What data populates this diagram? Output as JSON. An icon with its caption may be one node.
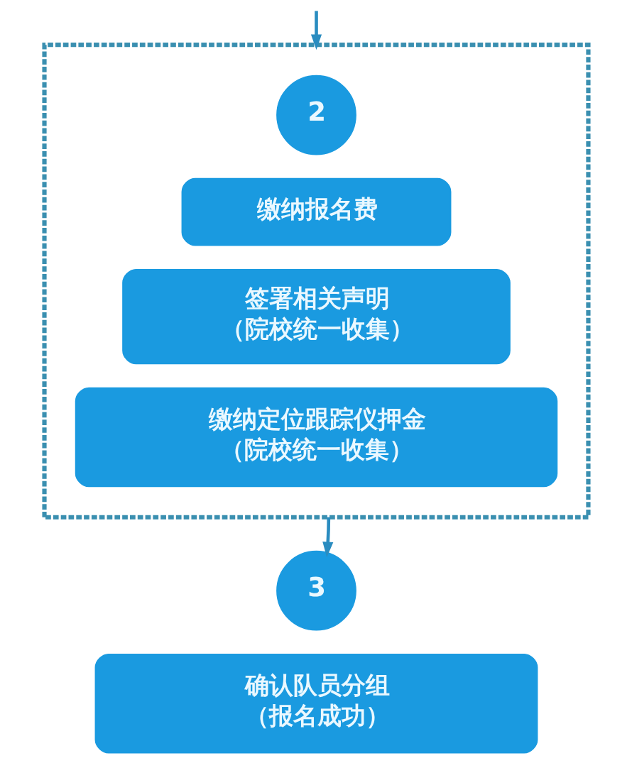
{
  "diagram": {
    "nodes": [
      {
        "text": [],
        "shape": "box"
      },
      {
        "text": [
          "2"
        ],
        "in": 0
      },
      {
        "text": [
          "缴纳报名费"
        ],
        "in": 0
      },
      {
        "text": [
          "签署相关声明",
          "（院校统一收集）"
        ],
        "in": 0
      },
      {
        "text": [
          "缴纳定位跟踪仪押金",
          "（院校统一收集）"
        ],
        "in": 0
      },
      {
        "text": [
          "3"
        ]
      },
      {
        "text": [
          "确认队员分组",
          "（报名成功）"
        ]
      }
    ],
    "edges": [
      {
        "from": null,
        "to": 0,
        "arrow": "to"
      },
      {
        "from": 0,
        "to": 5,
        "arrow": "to"
      }
    ]
  }
}
